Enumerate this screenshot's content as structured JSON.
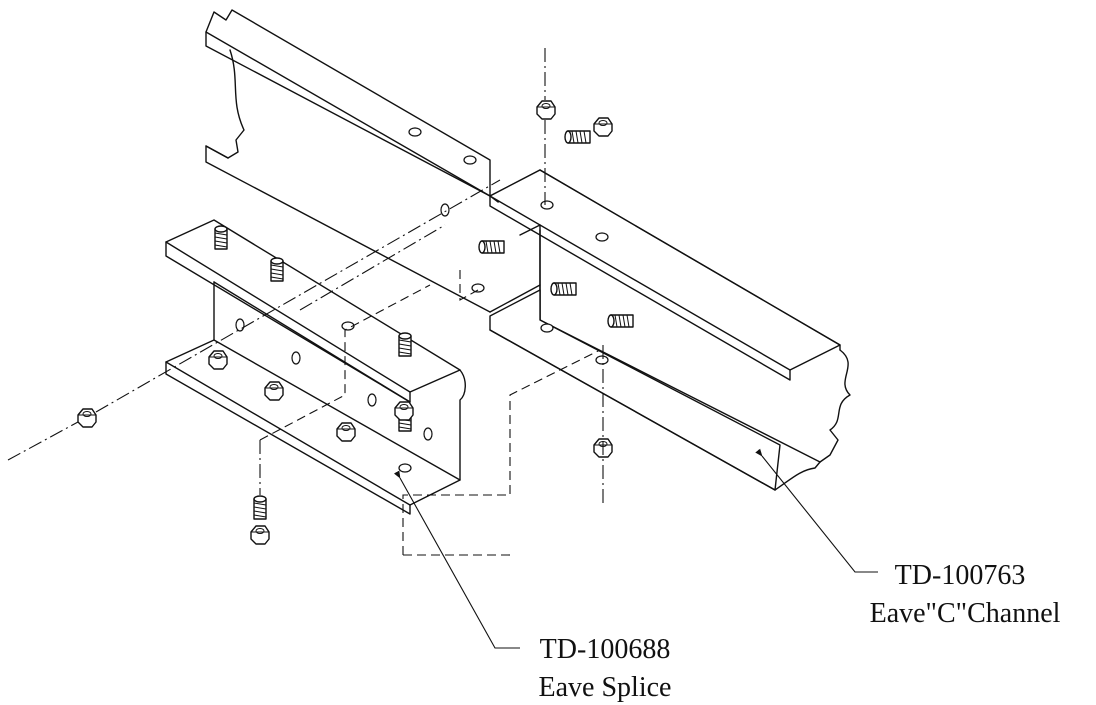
{
  "labels": {
    "channel": {
      "part_number": "TD-100763",
      "description": "Eave\"C\"Channel"
    },
    "splice": {
      "part_number": "TD-100688",
      "description": "Eave Splice"
    }
  },
  "colors": {
    "line": "#111111",
    "background": "#ffffff"
  }
}
